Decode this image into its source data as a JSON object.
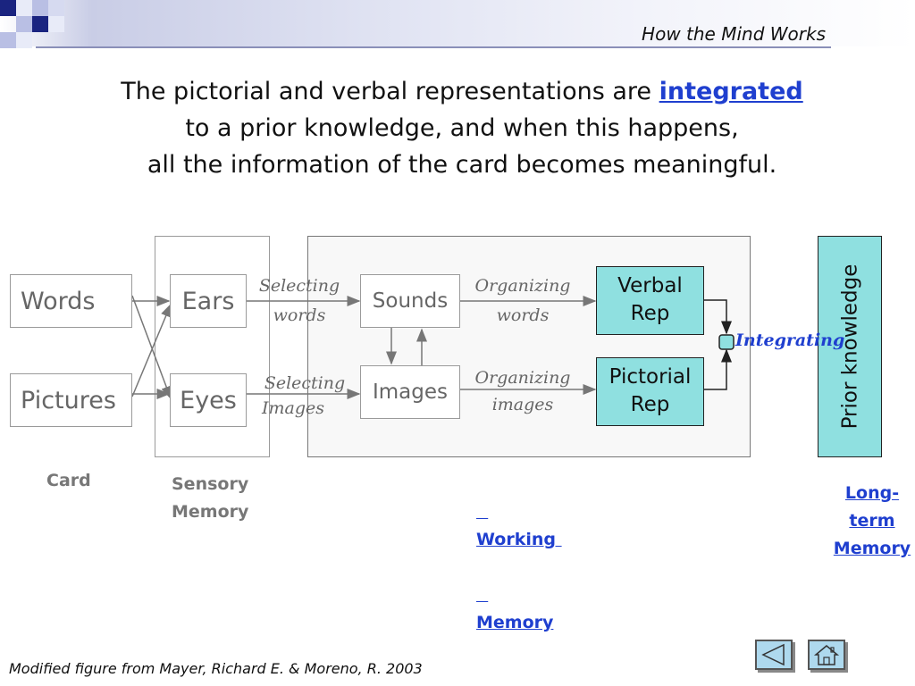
{
  "header": {
    "title": "How the Mind Works"
  },
  "slide_title": {
    "line1_prefix": "The pictorial and verbal representations are ",
    "line1_highlight": "integrated",
    "line2": "to a prior knowledge, and when this happens,",
    "line3": "all the information of the card  becomes meaningful."
  },
  "diagram": {
    "inputs": {
      "words": "Words",
      "pictures": "Pictures"
    },
    "sensory": {
      "ears": "Ears",
      "eyes": "Eyes"
    },
    "working": {
      "sounds": "Sounds",
      "images": "Images"
    },
    "reps": {
      "verbal_line1": "Verbal",
      "verbal_line2": "Rep",
      "pictorial_line1": "Pictorial",
      "pictorial_line2": "Rep"
    },
    "processes": {
      "selecting_words_1": "Selecting",
      "selecting_words_2": "words",
      "selecting_images_1": "Selecting",
      "selecting_images_2": "Images",
      "organizing_words_1": "Organizing",
      "organizing_words_2": "words",
      "organizing_images_1": "Organizing",
      "organizing_images_2": "images",
      "integrating": "Integrating"
    },
    "prior_knowledge": "Prior knowledge",
    "stages": {
      "card": "Card",
      "sensory_1": "Sensory",
      "sensory_2": "Memory",
      "working_1": "Working ",
      "working_2": "Memory",
      "longterm_1": "Long-",
      "longterm_2": "term",
      "longterm_3": "Memory"
    }
  },
  "footer": {
    "citation": "Modified figure from Mayer, Richard E. & Moreno, R. 2003"
  },
  "nav": {
    "back_icon": "triangle-left-icon",
    "home_icon": "home-icon"
  },
  "colors": {
    "rep_fill": "#8fe0e0",
    "link": "#1f3fcf",
    "integrating": "#1f3fcf"
  }
}
